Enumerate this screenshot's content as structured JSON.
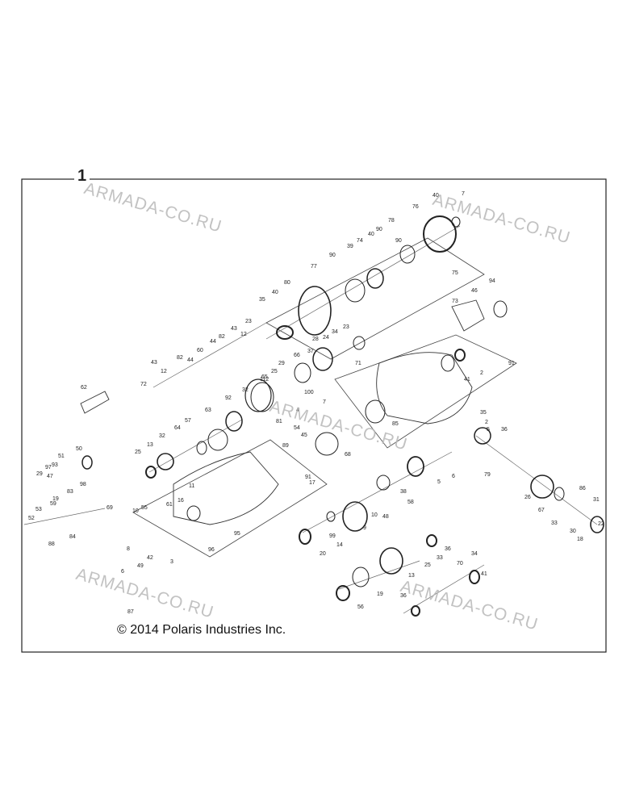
{
  "figure_number": "1",
  "copyright": "© 2014 Polaris Industries Inc.",
  "watermark": "ARMADA-CO.RU",
  "callouts": [
    "7",
    "40",
    "76",
    "78",
    "90",
    "74",
    "39",
    "40",
    "90",
    "77",
    "90",
    "80",
    "40",
    "35",
    "75",
    "94",
    "46",
    "73",
    "23",
    "43",
    "12",
    "82",
    "44",
    "60",
    "44",
    "82",
    "43",
    "12",
    "72",
    "23",
    "34",
    "24",
    "28",
    "37",
    "66",
    "29",
    "25",
    "65",
    "112",
    "32",
    "92",
    "63",
    "57",
    "64",
    "32",
    "13",
    "25",
    "71",
    "41",
    "2",
    "91",
    "100",
    "81",
    "54",
    "45",
    "85",
    "4",
    "35",
    "2",
    "5",
    "36",
    "68",
    "62",
    "50",
    "51",
    "93",
    "97",
    "47",
    "29",
    "53",
    "19",
    "59",
    "83",
    "98",
    "69",
    "52",
    "89",
    "11",
    "16",
    "61",
    "91",
    "17",
    "10",
    "55",
    "95",
    "96",
    "3",
    "84",
    "88",
    "42",
    "8",
    "49",
    "6",
    "87",
    "6",
    "5",
    "79",
    "38",
    "58",
    "26",
    "86",
    "48",
    "31",
    "10",
    "9",
    "67",
    "33",
    "22",
    "30",
    "18",
    "99",
    "14",
    "20",
    "36",
    "33",
    "25",
    "13",
    "70",
    "34",
    "19",
    "56",
    "36",
    "41",
    "7"
  ]
}
